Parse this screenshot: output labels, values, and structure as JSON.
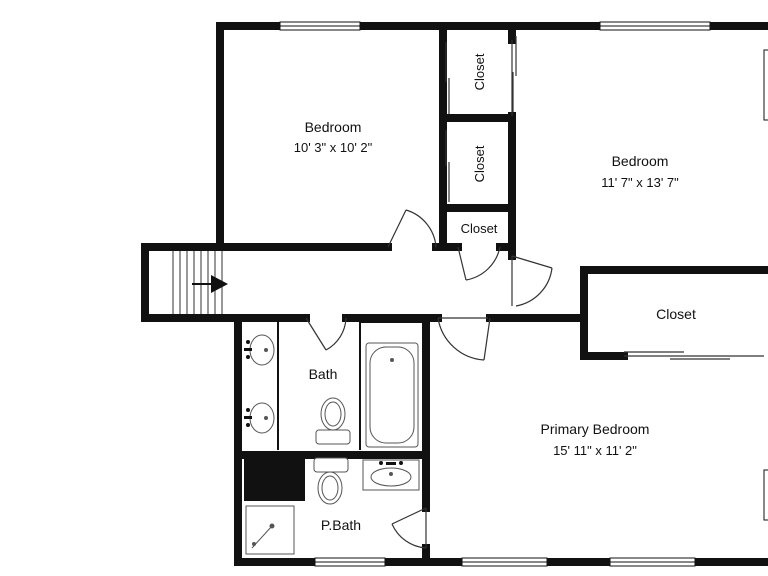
{
  "rooms": {
    "bedroom_1": {
      "name": "Bedroom",
      "dims": "10' 3\" x 10' 2\""
    },
    "bedroom_2": {
      "name": "Bedroom",
      "dims": "11' 7\" x 13' 7\""
    },
    "primary_bedroom": {
      "name": "Primary Bedroom",
      "dims": "15' 11\" x 11' 2\""
    },
    "bath": {
      "name": "Bath"
    },
    "p_bath": {
      "name": "P.Bath"
    },
    "closet_top": {
      "name": "Closet"
    },
    "closet_middle": {
      "name": "Closet"
    },
    "closet_small": {
      "name": "Closet"
    },
    "closet_right": {
      "name": "Closet"
    }
  },
  "colors": {
    "wall": "#111111",
    "fixture": "#555555",
    "background": "#ffffff"
  }
}
